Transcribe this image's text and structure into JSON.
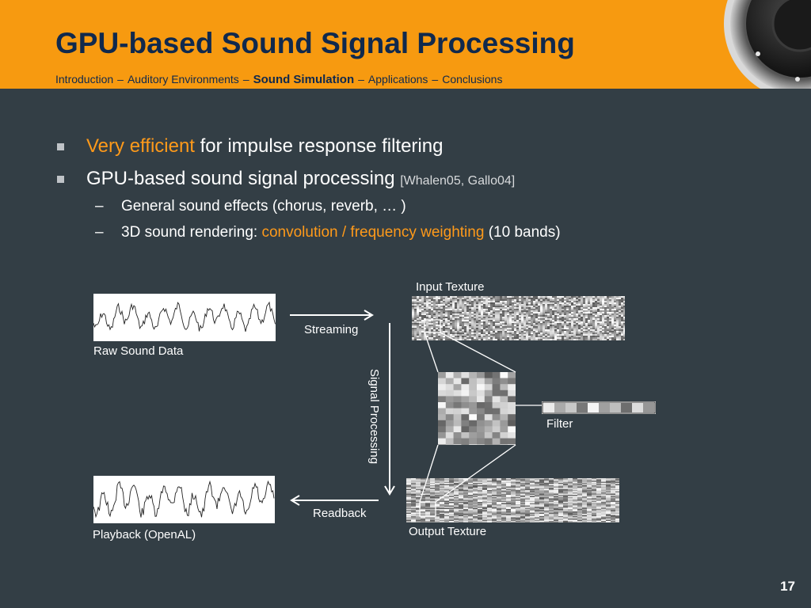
{
  "header": {
    "title": "GPU-based Sound Signal Processing",
    "breadcrumb": [
      {
        "label": "Introduction",
        "current": false
      },
      {
        "label": "Auditory Environments",
        "current": false
      },
      {
        "label": "Sound Simulation",
        "current": true
      },
      {
        "label": "Applications",
        "current": false
      },
      {
        "label": "Conclusions",
        "current": false
      }
    ],
    "separator": "–"
  },
  "bullets": {
    "b1": {
      "highlight": "Very efficient",
      "rest": " for impulse response filtering"
    },
    "b2": {
      "text": "GPU-based sound signal processing ",
      "citation": "[Whalen05, Gallo04]"
    },
    "dash": "–",
    "s1": {
      "text": "General sound effects (chorus, reverb, … )"
    },
    "s2": {
      "prefix": "3D sound rendering: ",
      "highlight": "convolution / frequency weighting",
      "suffix": " (10 bands)"
    }
  },
  "diagram": {
    "input_texture_label": "Input Texture",
    "streaming_label": "Streaming",
    "raw_sound_label": "Raw Sound Data",
    "signal_processing_label": "Signal Processing",
    "filter_label": "Filter",
    "readback_label": "Readback",
    "output_texture_label": "Output Texture",
    "playback_label": "Playback (OpenAL)"
  },
  "page_number": "17",
  "colors": {
    "header_bg": "#f79a10",
    "slide_bg": "#333e45",
    "title": "#10294d",
    "highlight": "#ff9a1a",
    "text": "#ffffff"
  }
}
